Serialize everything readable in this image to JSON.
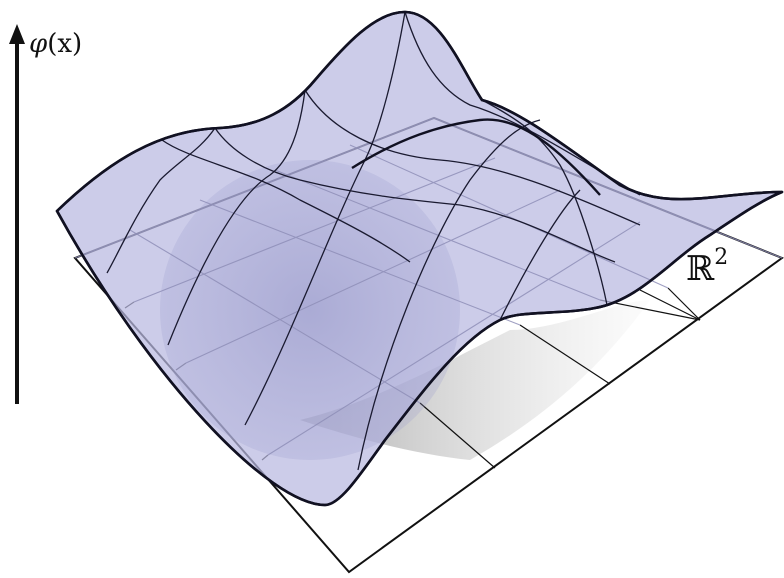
{
  "vertical_axis": {
    "label_func": "φ",
    "label_arg": "(x)",
    "icon": "up-arrow-icon"
  },
  "plane": {
    "label_base": "ℝ",
    "label_exp": "2"
  },
  "colors": {
    "surface_fill": "#b8b9e0",
    "surface_stroke": "#111122",
    "plane_stroke": "#111111",
    "grid_hidden": "#8f8fb8",
    "shadow": "#9a9a9a",
    "axis": "#111111"
  }
}
